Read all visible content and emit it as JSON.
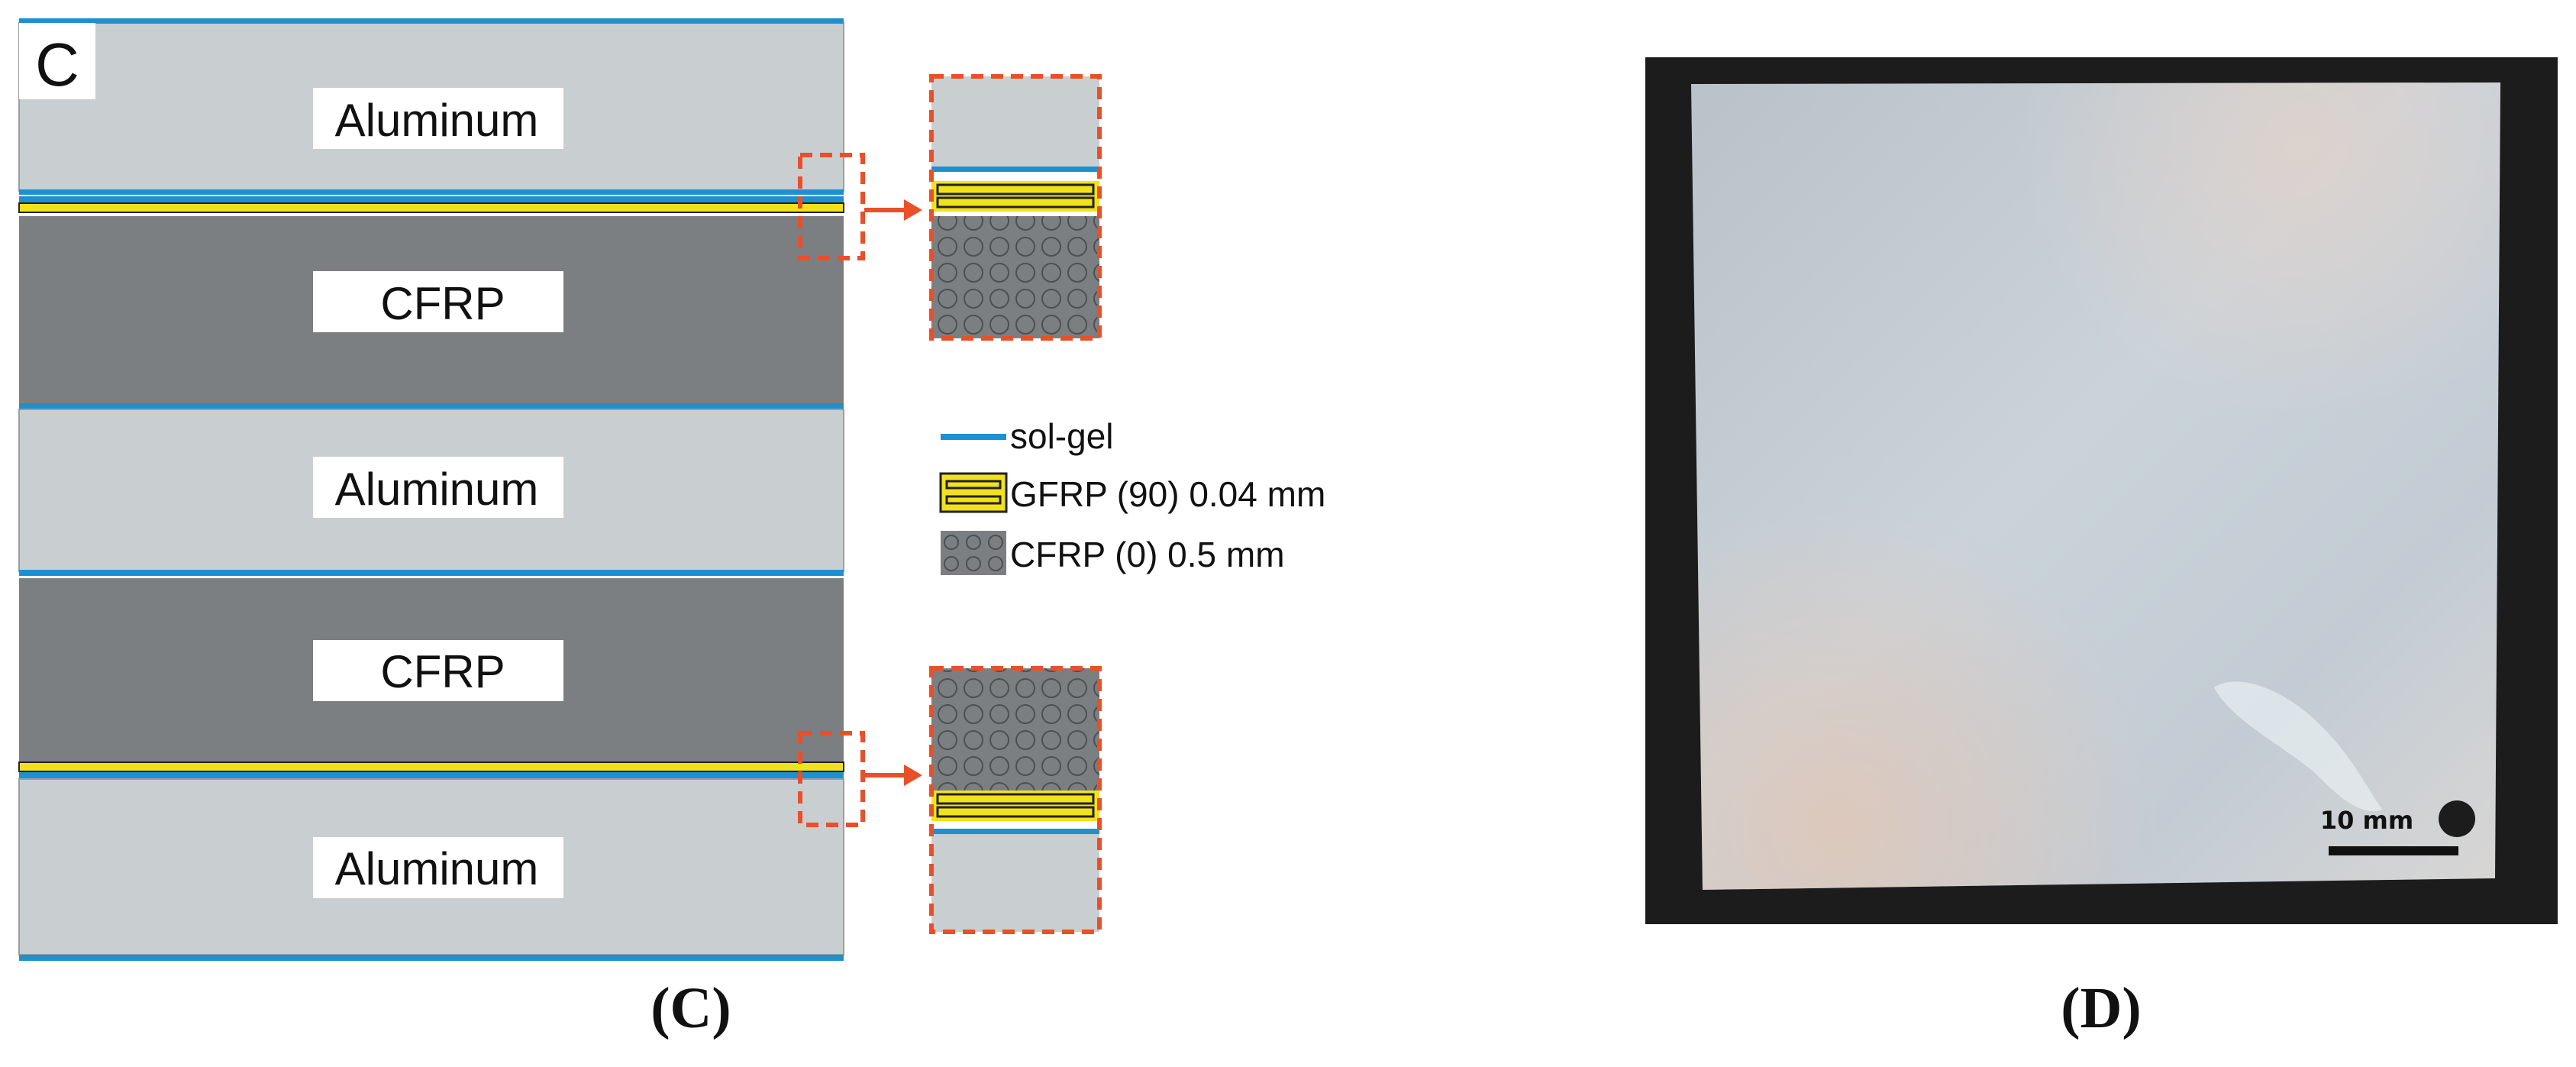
{
  "panel_c": {
    "corner_letter": "C",
    "layers": {
      "aluminum_1": "Aluminum",
      "cfrp_1": "CFRP",
      "aluminum_2": "Aluminum",
      "cfrp_2": "CFRP",
      "aluminum_3": "Aluminum"
    },
    "legend": [
      {
        "key": "sol-gel",
        "label": "sol-gel"
      },
      {
        "key": "gfrp",
        "label": "GFRP (90) 0.04 mm"
      },
      {
        "key": "cfrp",
        "label": "CFRP (0) 0.5 mm"
      }
    ],
    "caption": "(C)"
  },
  "panel_d": {
    "scale_bar_label": "10 mm",
    "caption": "(D)"
  },
  "colors": {
    "aluminum": "#c9ced1",
    "cfrp": "#7c7f81",
    "solgel": "#1e90d0",
    "gfrp": "#f2e21c",
    "callout": "#e8502a",
    "photo_bg": "#1c1c1c"
  }
}
